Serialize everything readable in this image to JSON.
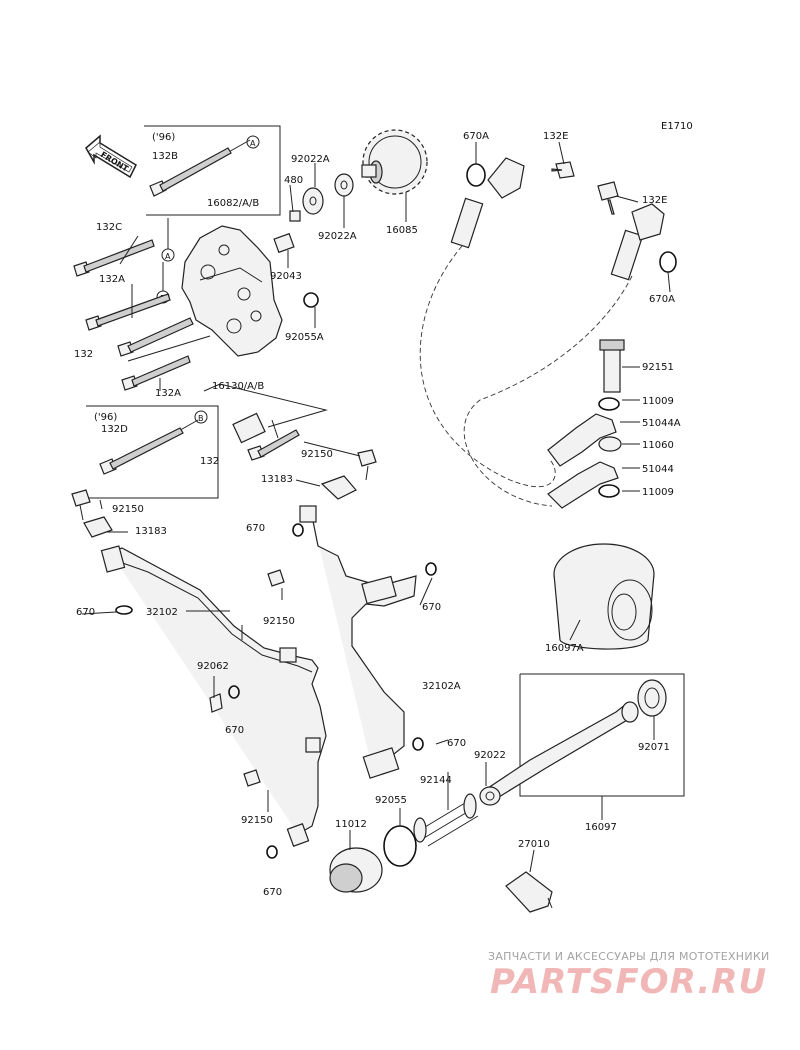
{
  "diagram_id": "E1710",
  "front_label": "FRONT",
  "callouts": {
    "a96_label": "('96)",
    "b96_label": "('96)",
    "circle_a": "A",
    "circle_b": "B"
  },
  "parts": {
    "p132B": "132B",
    "p132C": "132C",
    "p132A_1": "132A",
    "p132_1": "132",
    "p132A_2": "132A",
    "p16082": "16082/A/B",
    "p480": "480",
    "p92022A_1": "92022A",
    "p92022A_2": "92022A",
    "p16085": "16085",
    "p92043": "92043",
    "p92055A": "92055A",
    "p16130": "16130/A/B",
    "p132D": "132D",
    "p132_2": "132",
    "p92150_1": "92150",
    "p13183_1": "13183",
    "p92150_2": "92150",
    "p13183_2": "13183",
    "p670_1": "670",
    "p670_2": "670",
    "p670_3": "670",
    "p92150_3": "92150",
    "p32102": "32102",
    "p92062": "92062",
    "p670_4": "670",
    "p32102A": "32102A",
    "p670_5": "670",
    "p92022": "92022",
    "p92144": "92144",
    "p92055": "92055",
    "p92150_4": "92150",
    "p11012": "11012",
    "p670_6": "670",
    "p670A_1": "670A",
    "p132E_1": "132E",
    "p132E_2": "132E",
    "p670A_2": "670A",
    "p92151": "92151",
    "p11009_1": "11009",
    "p51044A": "51044A",
    "p11060": "11060",
    "p51044": "51044",
    "p11009_2": "11009",
    "p16097A": "16097A",
    "p92071": "92071",
    "p16097": "16097",
    "p27010": "27010"
  },
  "watermark": {
    "caption": "ЗАПЧАСТИ И АКСЕССУАРЫ ДЛЯ МОТОТЕХНИКИ",
    "logo": "PARTSFOR.RU"
  }
}
